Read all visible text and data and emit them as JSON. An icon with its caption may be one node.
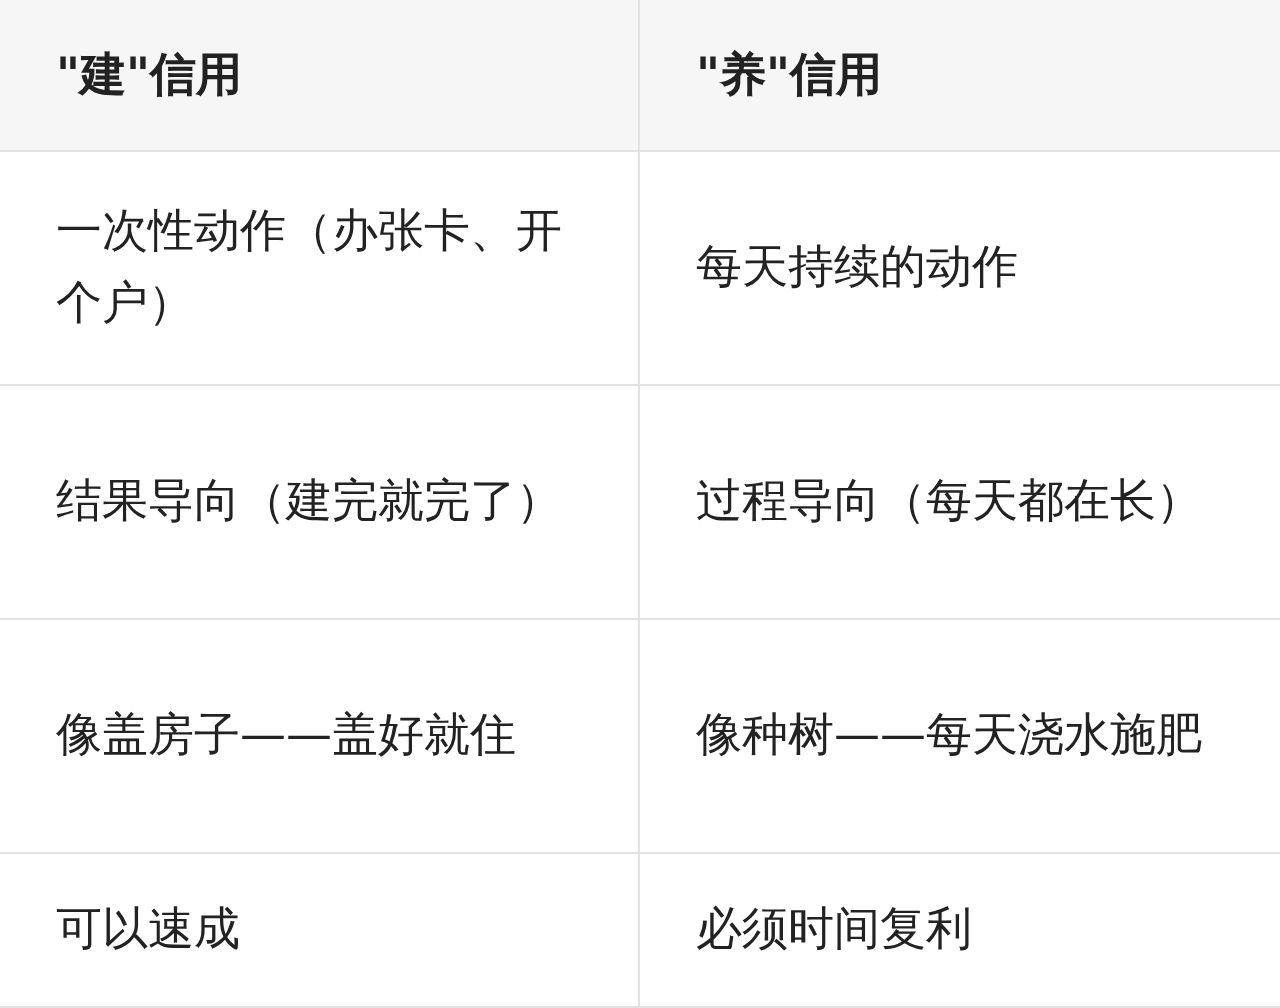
{
  "diagram": {
    "labels": [
      "\"建\"信用",
      "\"养\"信用",
      "一次性动作（办张卡、开个户）",
      "每天持续的动作",
      "结果导向（建完就完了）",
      "过程导向（每天都在长）",
      "像盖房子——盖好就住",
      "像种树——每天浇水施肥",
      "可以速成",
      "必须时间复利"
    ]
  }
}
